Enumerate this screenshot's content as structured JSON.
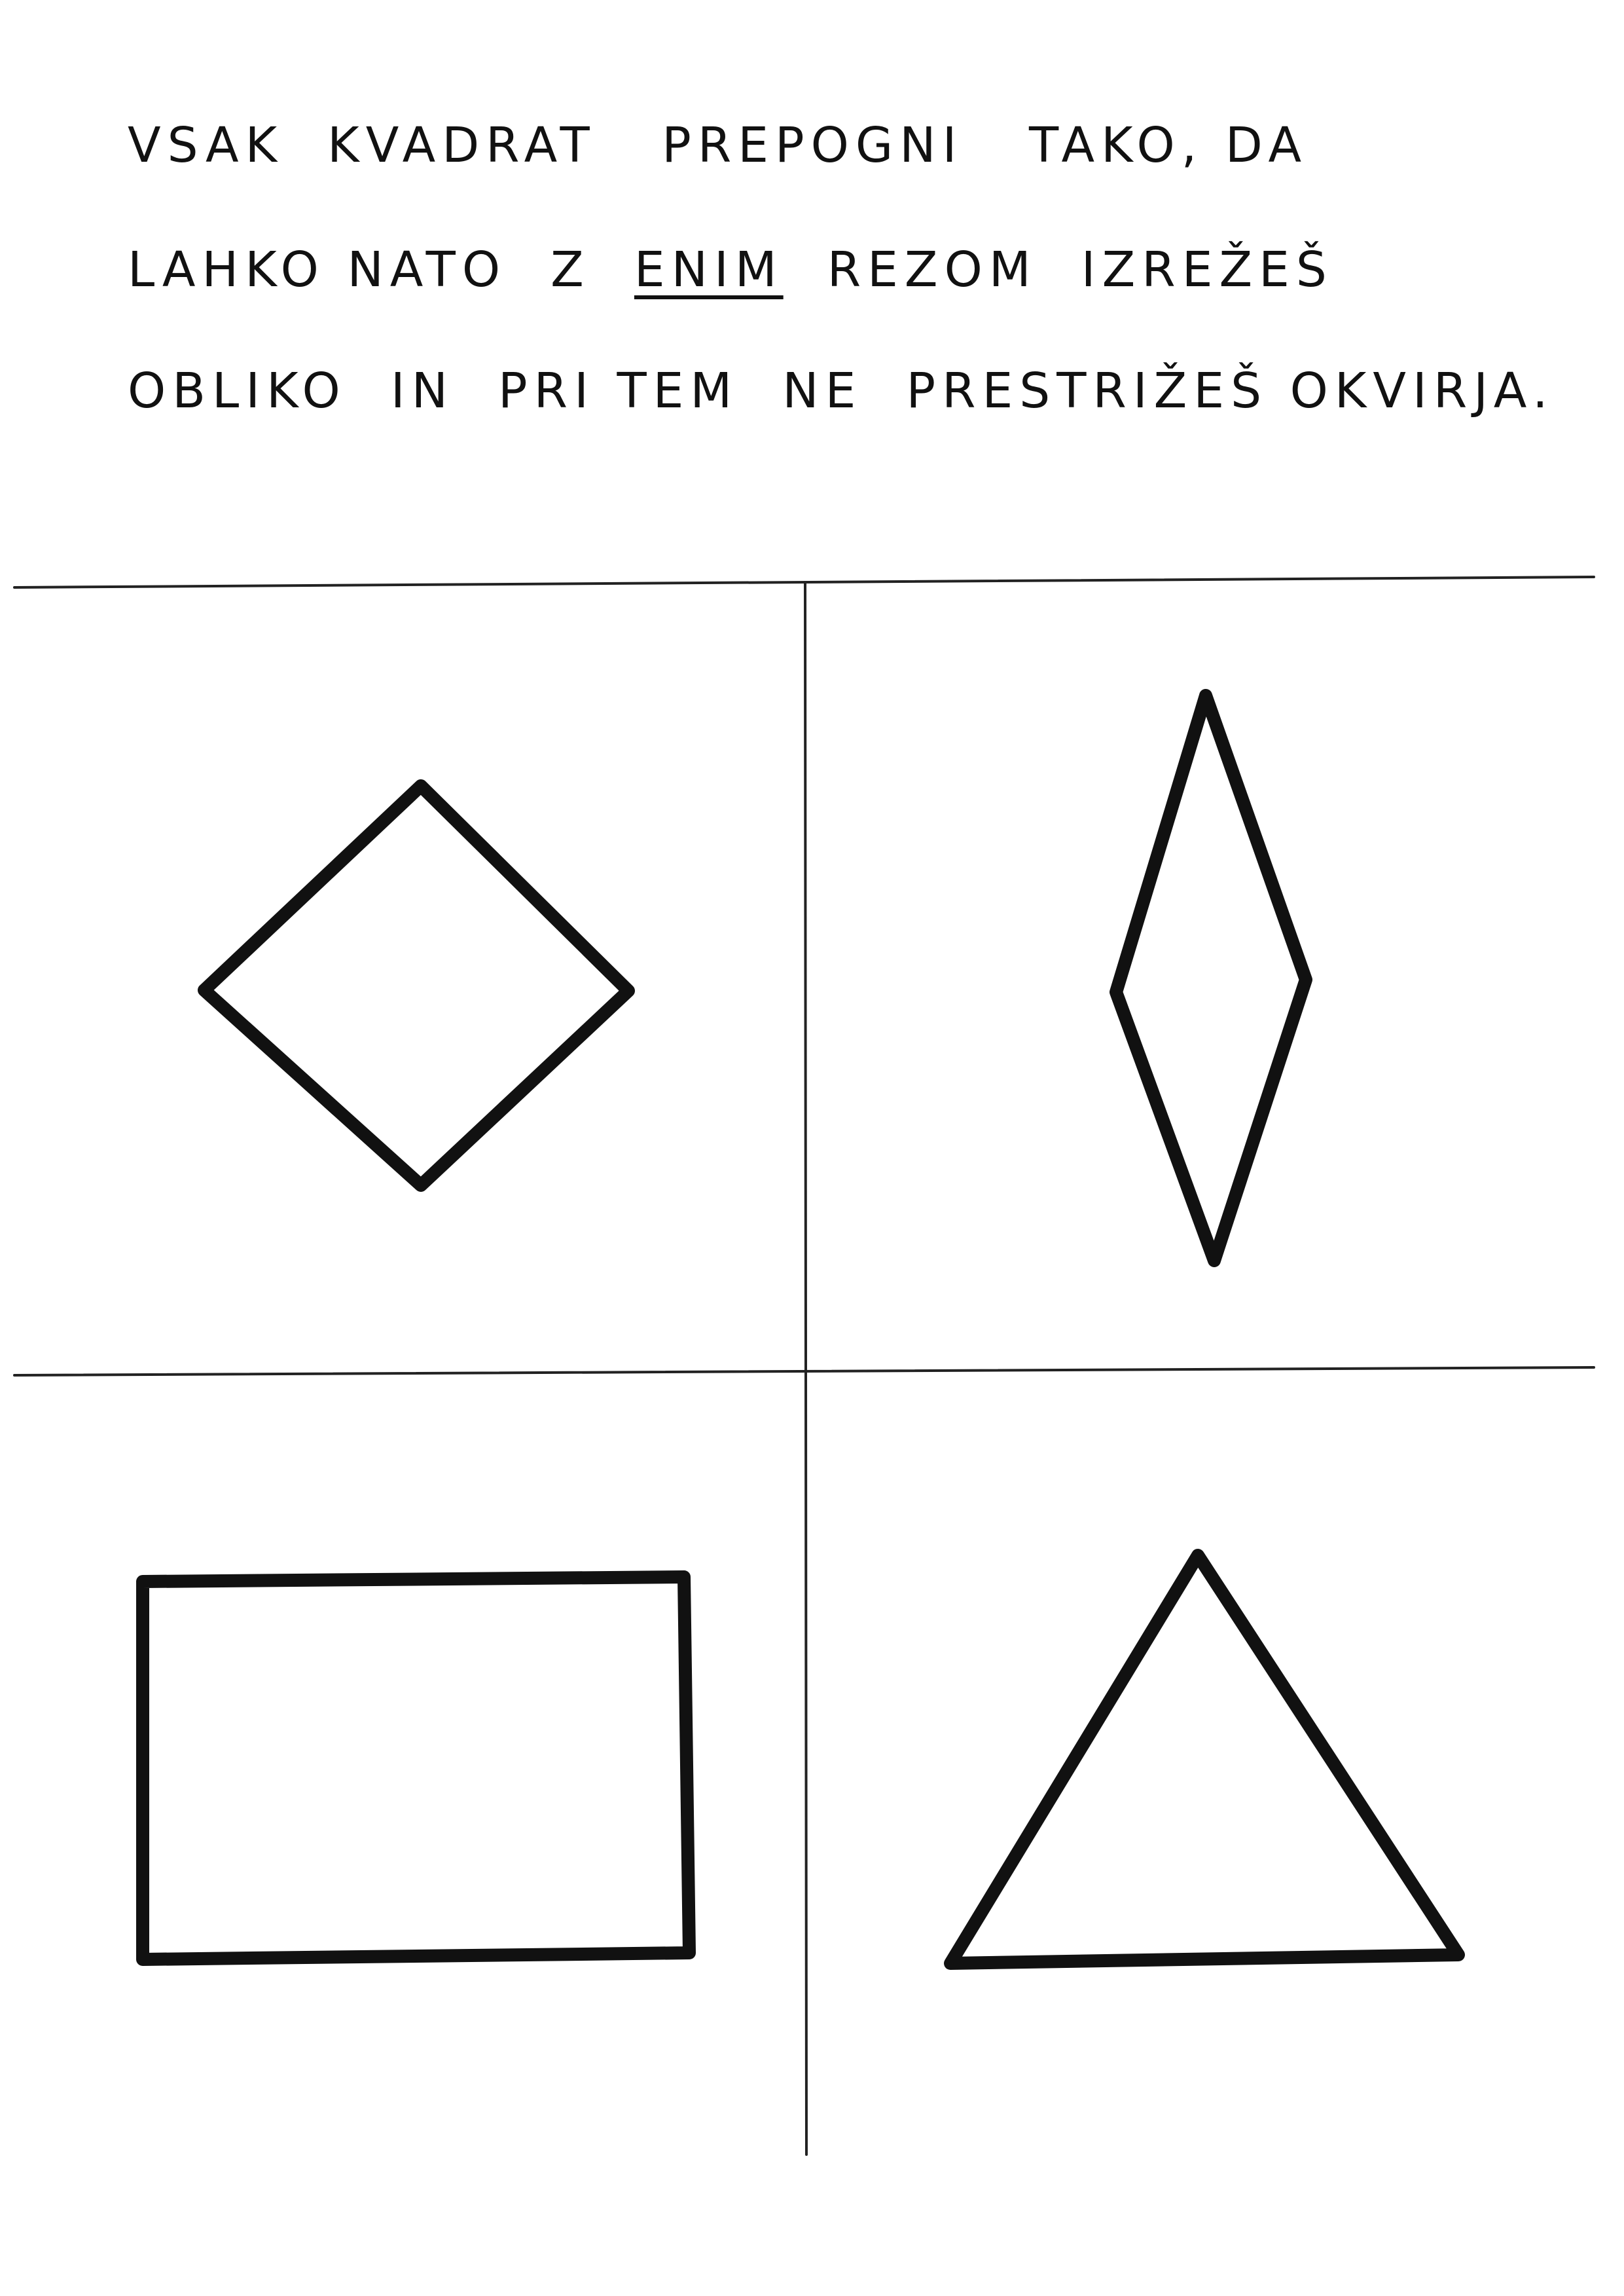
{
  "instructions": {
    "line1": "VSAK  KVADRAT   PREPOGNI   TAKO, DA",
    "line2_before": "LAHKO NATO  Z  ",
    "line2_emphasis": "ENIM",
    "line2_after": "  REZOM  IZREŽEŠ",
    "line3": "OBLIKO  IN  PRI TEM  NE  PRESTRIŽEŠ OKVIRJA."
  },
  "shapes": {
    "top_left": "diamond-square",
    "top_right": "rhombus",
    "bottom_left": "rectangle",
    "bottom_right": "triangle"
  },
  "colors": {
    "ink": "#111111",
    "paper": "#ffffff"
  }
}
